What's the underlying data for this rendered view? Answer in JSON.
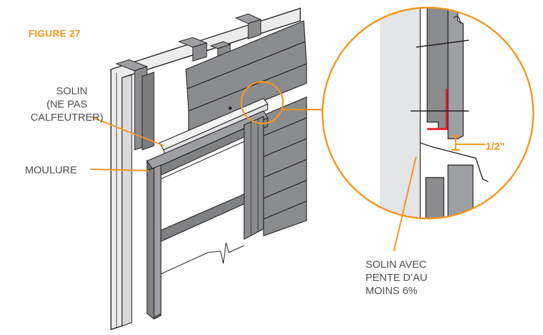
{
  "figure": {
    "label": "FIGURE 27"
  },
  "labels": {
    "flashing_lines": [
      "SOLIN",
      "(NE PAS",
      "CALFEUTRER)"
    ],
    "trim": "MOULURE",
    "gap_dimension": "1/2\"",
    "sloped_flashing_lines": [
      "SOLIN AVEC",
      "PENTE D’AU",
      "MOINS 6%"
    ]
  },
  "colors": {
    "accent": "#f7941d",
    "label_text": "#4d4d4f",
    "siding": "#8a8c8e",
    "siding_dark": "#6d6f71",
    "frame": "#7f8183",
    "sheathing": "#d9dadb",
    "caulk_red": "#ed1c24",
    "outline": "#231f20"
  }
}
